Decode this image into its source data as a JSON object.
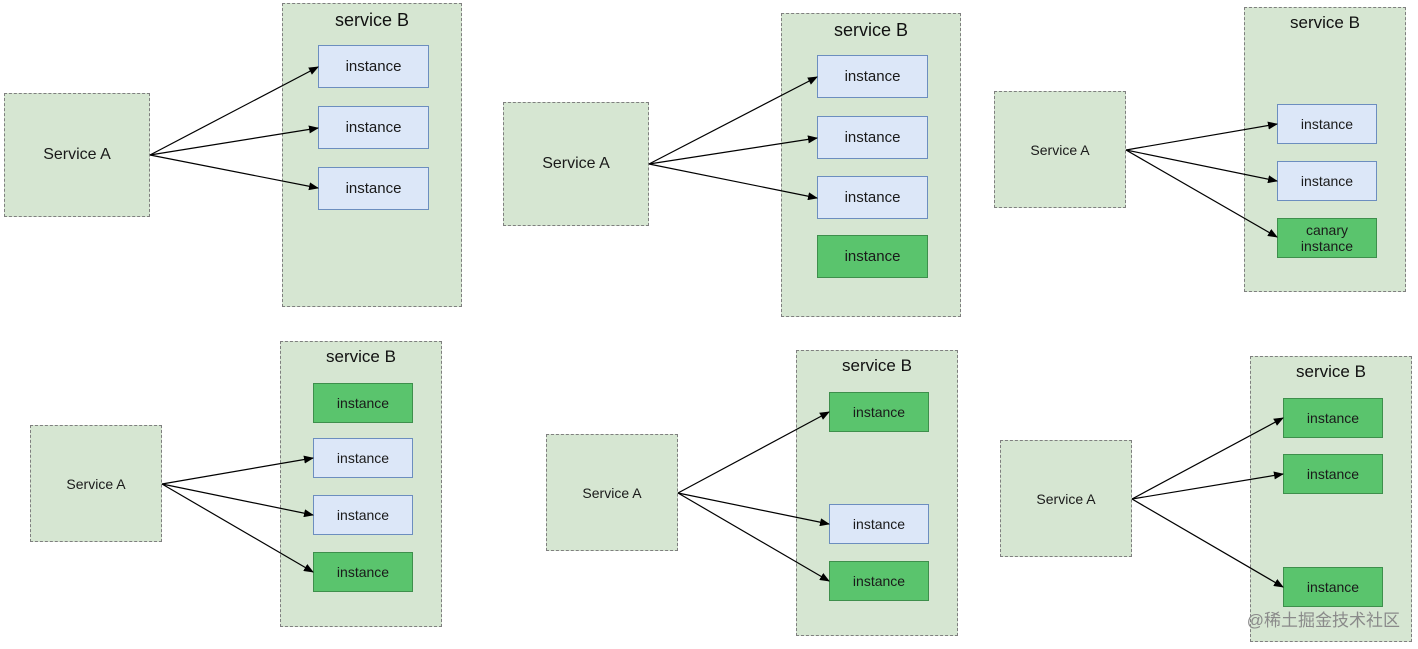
{
  "panels": [
    {
      "service_a": "Service A",
      "service_b": "service B",
      "instances": [
        {
          "label": "instance",
          "kind": "stable"
        },
        {
          "label": "instance",
          "kind": "stable"
        },
        {
          "label": "instance",
          "kind": "stable"
        }
      ]
    },
    {
      "service_a": "Service A",
      "service_b": "service B",
      "instances": [
        {
          "label": "instance",
          "kind": "stable"
        },
        {
          "label": "instance",
          "kind": "stable"
        },
        {
          "label": "instance",
          "kind": "stable"
        },
        {
          "label": "instance",
          "kind": "new"
        }
      ]
    },
    {
      "service_a": "Service A",
      "service_b": "service B",
      "instances": [
        {
          "label": "instance",
          "kind": "stable"
        },
        {
          "label": "instance",
          "kind": "stable"
        },
        {
          "label_line1": "canary",
          "label_line2": "instance",
          "kind": "new"
        }
      ]
    },
    {
      "service_a": "Service A",
      "service_b": "service B",
      "instances": [
        {
          "label": "instance",
          "kind": "new"
        },
        {
          "label": "instance",
          "kind": "stable"
        },
        {
          "label": "instance",
          "kind": "stable"
        },
        {
          "label": "instance",
          "kind": "new"
        }
      ]
    },
    {
      "service_a": "Service A",
      "service_b": "service B",
      "instances": [
        {
          "label": "instance",
          "kind": "new"
        },
        {
          "label": "instance",
          "kind": "stable"
        },
        {
          "label": "instance",
          "kind": "new"
        }
      ]
    },
    {
      "service_a": "Service A",
      "service_b": "service B",
      "instances": [
        {
          "label": "instance",
          "kind": "new"
        },
        {
          "label": "instance",
          "kind": "new"
        },
        {
          "label": "instance",
          "kind": "new"
        }
      ]
    }
  ],
  "colors": {
    "stable_fill": "#dce7f8",
    "new_fill": "#5ac46d",
    "service_fill": "#d6e6d2"
  },
  "watermark": "@稀土掘金技术社区"
}
